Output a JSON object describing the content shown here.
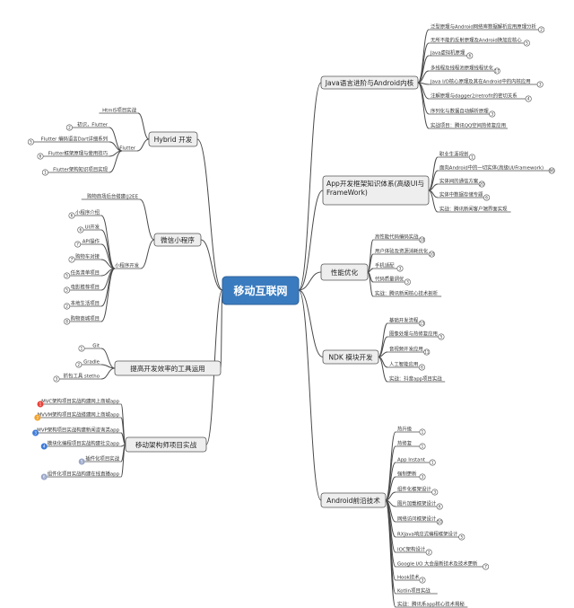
{
  "root": {
    "label": "移动互联网"
  },
  "branches": [
    {
      "id": "java",
      "label": "Java语言进阶与Android内核",
      "side": "right",
      "leaves": [
        {
          "label": "泛型原理与Android网络库数据解析应用原理分析",
          "badge": "2"
        },
        {
          "label": "无所不能的反射原理及Android换加应核心",
          "badge": "5"
        },
        {
          "label": "Java虚拟机原理",
          "badge": "6"
        },
        {
          "label": "多线程及线程池原理线程优化",
          "badge": "17"
        },
        {
          "label": "Java I/O核心原理及其在Android中的内核应用",
          "badge": "3"
        },
        {
          "label": "注解原理与dagger2/retrofit的密切关系",
          "badge": "4"
        },
        {
          "label": "序列化与数据自动解析原理",
          "badge": "3"
        },
        {
          "label": "实战项目：腾讯QQ空间热修复应用",
          "badge": ""
        }
      ]
    },
    {
      "id": "app",
      "label": "App开发框架知识体系(高级UI与FrameWork)",
      "side": "right",
      "leaves": [
        {
          "label": "职业生涯规划",
          "badge": "1"
        },
        {
          "label": "面向Android中的一切实体(高级UI/Framework)",
          "badge": "66"
        },
        {
          "label": "实体间的通信方案",
          "badge": "20"
        },
        {
          "label": "实体中数据存储专题",
          "badge": "6"
        },
        {
          "label": "实战：腾讯新闻客户端界面实现",
          "badge": ""
        }
      ]
    },
    {
      "id": "perf",
      "label": "性能优化",
      "side": "right",
      "leaves": [
        {
          "label": "高性能代码编码实战",
          "badge": "10"
        },
        {
          "label": "用户体验及资源消耗优化",
          "badge": "10"
        },
        {
          "label": "手机适配",
          "badge": "3"
        },
        {
          "label": "代码质量调优",
          "badge": "3"
        },
        {
          "label": "实战：腾讯新闻核心技术剖析",
          "badge": ""
        }
      ]
    },
    {
      "id": "ndk",
      "label": "NDK 模块开发",
      "side": "right",
      "leaves": [
        {
          "label": "基础开发流程",
          "badge": "13"
        },
        {
          "label": "图像处理与热修复应用",
          "badge": "5"
        },
        {
          "label": "音视频开发应用",
          "badge": "11"
        },
        {
          "label": "人工智能应用",
          "badge": "6"
        },
        {
          "label": "实战：抖音app项目实战",
          "badge": ""
        }
      ]
    },
    {
      "id": "frontier",
      "label": "Android前沿技术",
      "side": "right",
      "leaves": [
        {
          "label": "热升级",
          "badge": "1"
        },
        {
          "label": "热修复",
          "badge": "1"
        },
        {
          "label": "App Instant",
          "badge": "1"
        },
        {
          "label": "强制更新",
          "badge": "3"
        },
        {
          "label": "组件化框架设计",
          "badge": "3"
        },
        {
          "label": "图片加载框架设计",
          "badge": "6"
        },
        {
          "label": "网络访问框架设计",
          "badge": "10"
        },
        {
          "label": "RXJava响应式编程框架设计",
          "badge": "5"
        },
        {
          "label": "IOC架构设计",
          "badge": "2"
        },
        {
          "label": "Google I/O 大会最新技术及技术更新",
          "badge": "7"
        },
        {
          "label": "Hook技术",
          "badge": "3"
        },
        {
          "label": "Kotlin项目实战",
          "badge": ""
        },
        {
          "label": "实战：腾讯系app核心技术揭秘",
          "badge": ""
        }
      ]
    },
    {
      "id": "hybrid",
      "label": "Hybrid 开发",
      "side": "left",
      "groups": [
        {
          "label": "",
          "leaves": [
            {
              "label": "Html5项目实战",
              "badge": ""
            }
          ]
        },
        {
          "label": "Flutter",
          "leaves": [
            {
              "label": "初识，Flutter",
              "badge": "2"
            },
            {
              "label": "Flutter 编码语言Dart详细系列",
              "badge": "5"
            },
            {
              "label": "Flutter框架原理与使用技巧",
              "badge": "6"
            },
            {
              "label": "Flutter架构知识项目实现",
              "badge": "1"
            }
          ]
        }
      ]
    },
    {
      "id": "mini",
      "label": "微信小程序",
      "side": "left",
      "groups": [
        {
          "label": "",
          "leaves": [
            {
              "label": "购物商场后台搭建(J2EE",
              "badge": ""
            }
          ]
        },
        {
          "label": "小程序开发",
          "leaves": [
            {
              "label": "小程序介绍",
              "badge": "6"
            },
            {
              "label": "UI开发",
              "badge": "6"
            },
            {
              "label": "API操作",
              "badge": "7"
            },
            {
              "label": "购物车对接",
              "badge": "7"
            },
            {
              "label": "任务清单项目",
              "badge": "5"
            },
            {
              "label": "电影推荐项目",
              "badge": "5"
            },
            {
              "label": "本地生活项目",
              "badge": "2"
            },
            {
              "label": "购物商城项目",
              "badge": "8"
            }
          ]
        }
      ]
    },
    {
      "id": "tools",
      "label": "提高开发效率的工具运用",
      "side": "left",
      "leaves": [
        {
          "label": "Git",
          "badge": "1"
        },
        {
          "label": "Gradle",
          "badge": "2"
        },
        {
          "label": "抓包工具 stetho",
          "badge": "3"
        }
      ]
    },
    {
      "id": "arch",
      "label": "移动架构师项目实战",
      "side": "left",
      "leaves": [
        {
          "label": "MVC架构项目实战构建网上商城app",
          "badge": "1",
          "color": "#e8433a"
        },
        {
          "label": "MVVM架构项目实战搭建网上商城app",
          "badge": "2",
          "color": "#f0a22b"
        },
        {
          "label": "MVP架构项目实战构建新闻咨询类app",
          "badge": "3",
          "color": "#3d7bd9"
        },
        {
          "label": "模块化编程项目实战构建社交app",
          "badge": "4",
          "color": "#3d7bd9"
        },
        {
          "label": "插件化项目实战",
          "badge": "5",
          "color": "#9aa7c7"
        },
        {
          "label": "组件化项目实战构建在线直播app",
          "badge": "6",
          "color": "#9aa7c7"
        }
      ]
    }
  ]
}
